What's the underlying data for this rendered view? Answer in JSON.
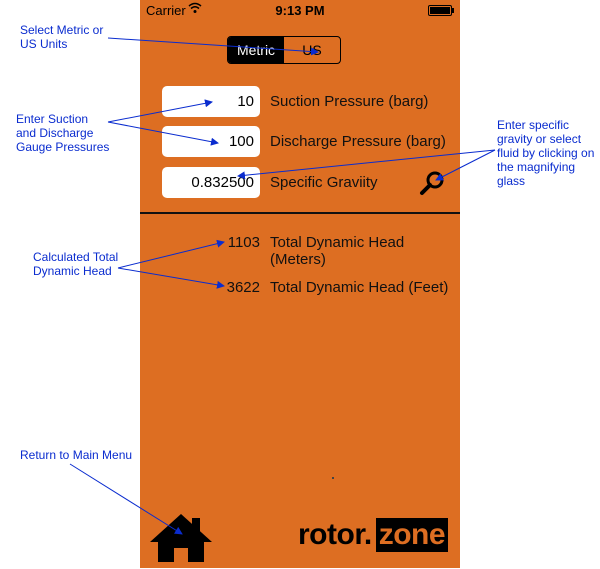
{
  "status_bar": {
    "carrier": "Carrier",
    "time": "9:13 PM"
  },
  "units": {
    "options": [
      "Metric",
      "US"
    ],
    "selected": "Metric"
  },
  "inputs": {
    "suction": {
      "value": "10",
      "label": "Suction Pressure (barg)"
    },
    "discharge": {
      "value": "100",
      "label": "Discharge Pressure (barg)"
    },
    "gravity": {
      "value": "0.832500",
      "label": "Specific Graviity"
    }
  },
  "results": {
    "meters": {
      "value": "1103",
      "label": "Total Dynamic Head (Meters)"
    },
    "feet": {
      "value": "3622",
      "label": "Total Dynamic Head (Feet)"
    }
  },
  "logo": {
    "part1": "rotor",
    "dot": ".",
    "part2": "zone"
  },
  "annotations": {
    "units": [
      "Select Metric or",
      "US Units"
    ],
    "pressures": [
      "Enter Suction",
      "and Discharge",
      "Gauge Pressures"
    ],
    "gravity": [
      "Enter specific",
      "gravity or select",
      "fluid by clicking on",
      "the magnifying",
      "glass"
    ],
    "head": [
      "Calculated Total",
      "Dynamic Head"
    ],
    "home": [
      "Return to Main Menu"
    ]
  },
  "colors": {
    "background": "#dd6e22",
    "annotation": "#0a2ccf"
  },
  "icons": {
    "home": "home-icon",
    "search": "magnifying-glass-icon",
    "wifi": "wifi-icon",
    "battery": "battery-icon"
  }
}
